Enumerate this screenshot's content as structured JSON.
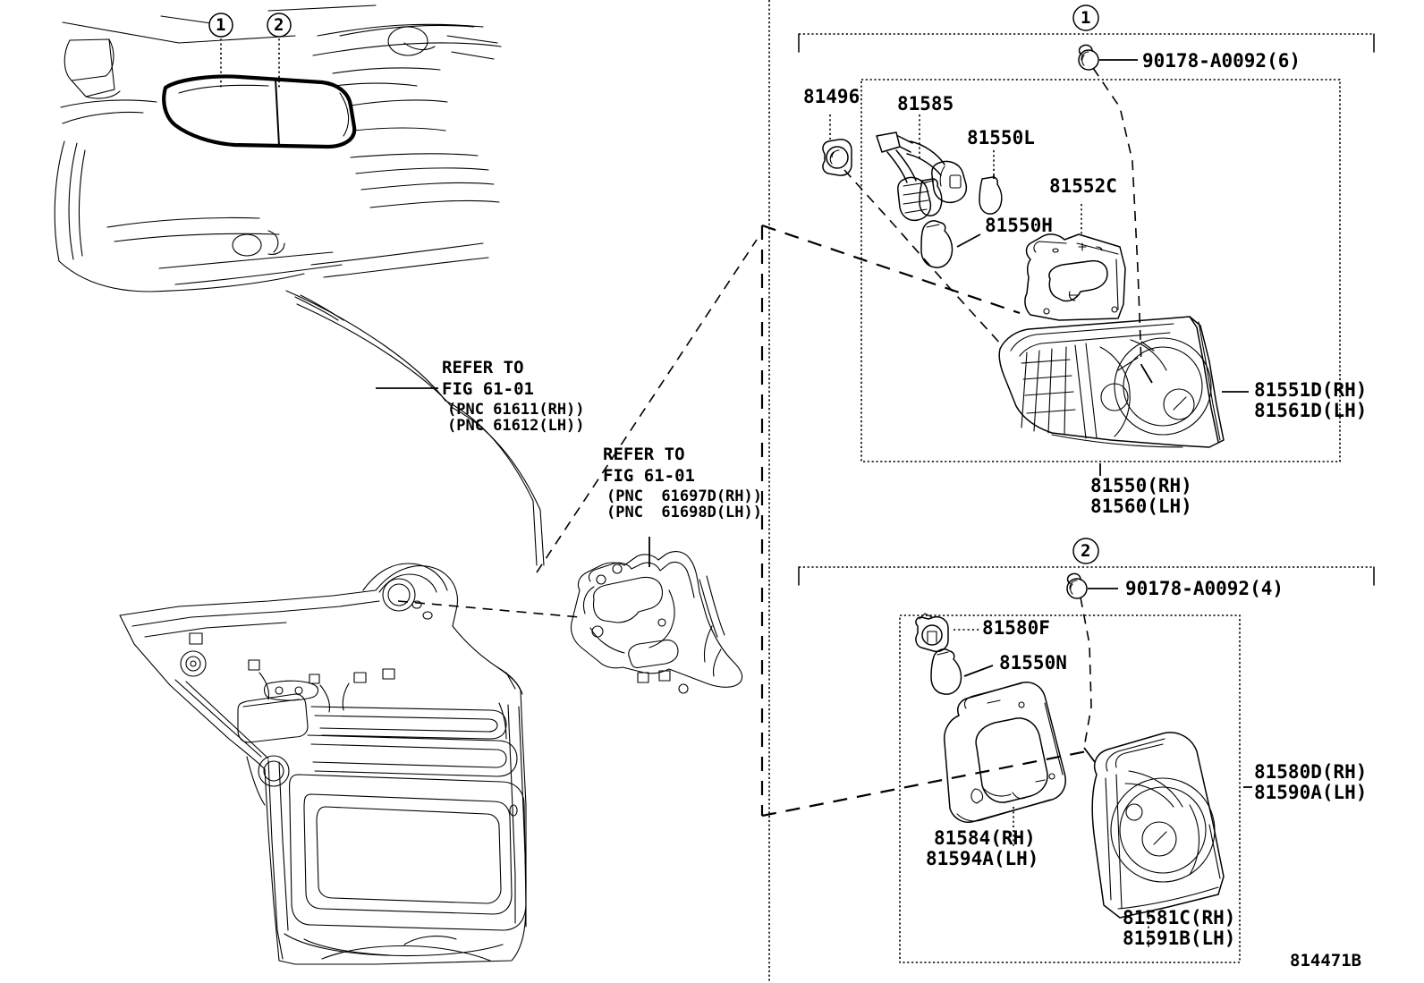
{
  "diagram": {
    "drawing_number": "814471B",
    "callouts": [
      {
        "id": "callout-1",
        "label": "1"
      },
      {
        "id": "callout-2",
        "label": "2"
      }
    ]
  },
  "vehicle_view": {
    "name": "rear-quarter-vehicle-illustration",
    "callout_1": "1",
    "callout_2": "2"
  },
  "refer_blocks": [
    {
      "name": "refer-to-quarter-panel",
      "line1": "REFER TO",
      "line2": "FIG 61-01",
      "line3": "(PNC 61611(RH))",
      "line4": "(PNC 61612(LH))"
    },
    {
      "name": "refer-to-wheel-house",
      "line1": "REFER TO",
      "line2": "FIG 61-01",
      "line3": "(PNC  61697D(RH))",
      "line4": "(PNC  61698D(LH))"
    }
  ],
  "section_1": {
    "callout": "1",
    "bracket_name": "section-1-bracket",
    "fastener": "90178-A0092(6)",
    "parts": [
      {
        "name": "part-81496",
        "label": "81496"
      },
      {
        "name": "part-81585",
        "label": "81585"
      },
      {
        "name": "part-81550L",
        "label": "81550L"
      },
      {
        "name": "part-81550H",
        "label": "81550H"
      },
      {
        "name": "part-81552C",
        "label": "81552C"
      }
    ],
    "lens_rh": "81551D(RH)",
    "lens_lh": "81561D(LH)",
    "assembly_rh": "81550(RH)",
    "assembly_lh": "81560(LH)"
  },
  "section_2": {
    "callout": "2",
    "bracket_name": "section-2-bracket",
    "fastener": "90178-A0092(4)",
    "parts": [
      {
        "name": "part-81580F",
        "label": "81580F"
      },
      {
        "name": "part-81550N",
        "label": "81550N"
      }
    ],
    "gasket_rh": "81584(RH)",
    "gasket_lh": "81594A(LH)",
    "lens_rh": "81581C(RH)",
    "lens_lh": "81591B(LH)",
    "assembly_rh": "81580D(RH)",
    "assembly_lh": "81590A(LH)"
  }
}
